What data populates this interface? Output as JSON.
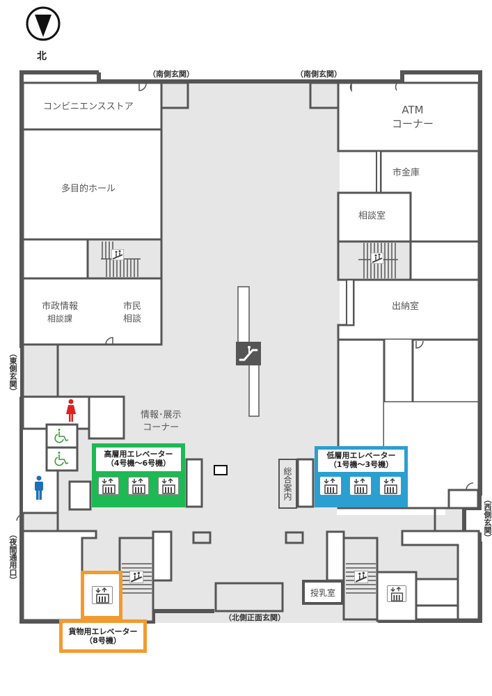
{
  "compass": {
    "label": "北",
    "icon": "north-arrow-icon"
  },
  "entrances": {
    "south_left": "（南側玄関）",
    "south_right": "（南側玄関）",
    "east": "（東側玄関）",
    "west": "（西側玄関）",
    "night": "（夜間通用口）",
    "north_main": "（北側正面玄関）"
  },
  "rooms": {
    "convenience_store": "コンビニエンスストア",
    "atm_line1": "ATM",
    "atm_line2": "コーナー",
    "city_vault": "市金庫",
    "consultation_room": "相談室",
    "multipurpose_hall": "多目的ホール",
    "city_info_line1": "市政情報",
    "city_info_line2": "相談課",
    "citizen_consult_line1": "市民",
    "citizen_consult_line2": "相談",
    "treasury_room": "出納室",
    "info_exhibit_line1": "情報･展示",
    "info_exhibit_line2": "コーナー",
    "general_info": "総合案内",
    "nursing_room": "授乳室"
  },
  "elevators": {
    "high": {
      "title": "高層用エレベーター",
      "subtitle": "（4号機～6号機）",
      "color": "#1db954",
      "count": 3
    },
    "low": {
      "title": "低層用エレベーター",
      "subtitle": "（1号機～3号機）",
      "color": "#2a9fd0",
      "count": 3
    },
    "freight": {
      "title": "貨物用エレベーター",
      "subtitle": "（8号機）",
      "color": "#f39a2e",
      "count": 1
    }
  },
  "icons": {
    "womens_restroom": {
      "icon": "female-restroom-icon",
      "color": "#e02020"
    },
    "mens_restroom": {
      "icon": "male-restroom-icon",
      "color": "#1e6fb8"
    },
    "accessible_restroom": {
      "icon": "wheelchair-icon",
      "color": "#3a9a3a"
    },
    "escalator": {
      "icon": "escalator-icon"
    },
    "stairs": {
      "icon": "stairs-icon"
    }
  },
  "colors": {
    "wall": "#555555",
    "corridor": "#e6e6e6",
    "room": "#ffffff"
  }
}
